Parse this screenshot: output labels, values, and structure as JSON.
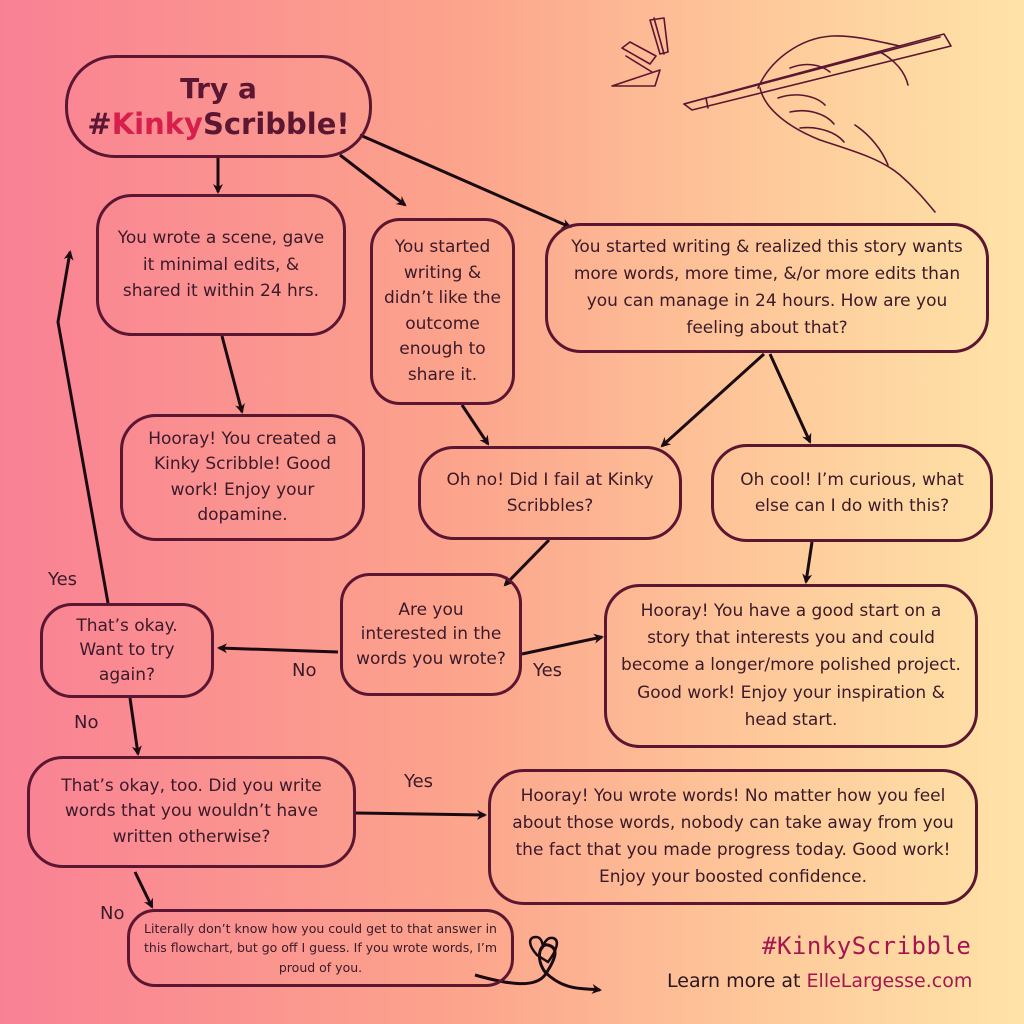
{
  "title": {
    "line1": "Try a",
    "hashtag_symbol": "#",
    "highlight": "Kinky",
    "rest": "Scribble!"
  },
  "nodes": {
    "wrote_scene": "You wrote a scene, gave it minimal edits, & shared it within 24 hrs.",
    "started_didnt_like": "You started writing & didn’t like the outcome enough to share it.",
    "started_more_words": "You started writing & realized this story wants more words, more time, &/or more edits than you can manage in 24 hours. How are you feeling about that?",
    "hooray_created": "Hooray! You created a Kinky Scribble! Good work! Enjoy your dopamine.",
    "oh_no": "Oh no! Did I fail at Kinky Scribbles?",
    "oh_cool": "Oh cool! I’m curious, what else can I do with this?",
    "interested": "Are you interested in the words you wrote?",
    "thats_okay": "That’s okay. Want to try again?",
    "hooray_good_start": "Hooray! You have a good start on a story that interests you and could become a longer/more polished project. Good work! Enjoy your inspiration & head start.",
    "thats_okay_too": "That’s okay, too. Did you write words that you wouldn’t have written otherwise?",
    "hooray_wrote_words": "Hooray! You wrote words! No matter how you feel about those words, nobody can take away from you the fact that you made progress today. Good work! Enjoy your boosted confidence.",
    "literally": "Literally don’t know how you could get to that answer in this flowchart, but go off I guess. If you wrote words, I’m proud of you."
  },
  "labels": {
    "yes_retry": "Yes",
    "no_interested": "No",
    "yes_interested": "Yes",
    "no_try_again": "No",
    "yes_words": "Yes",
    "no_words": "No"
  },
  "footer": {
    "hashtag": "#KinkyScribble",
    "learn_prefix": "Learn more at ",
    "site": "ElleLargesse.com"
  },
  "colors": {
    "border": "#5b1632",
    "highlight": "#d61f4a",
    "accent": "#a31650",
    "gradient_left": "#f98194",
    "gradient_right": "#ffe3a8"
  },
  "icons": [
    "hand-holding-pencil-illustration",
    "heart-icon"
  ]
}
